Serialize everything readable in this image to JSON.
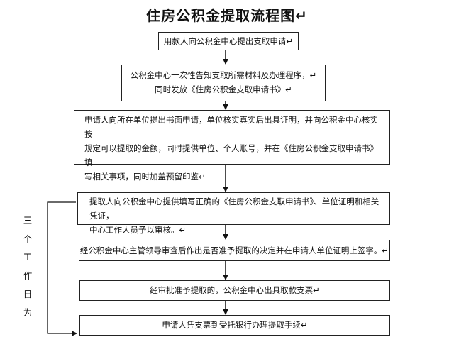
{
  "title": "住房公积金提取流程图↵",
  "steps": [
    {
      "lines": [
        "用款人向公积金中心提出支取申请↵"
      ]
    },
    {
      "lines": [
        "公积金中心一次性告知支取所需材料及办理程序，↵",
        "同时发放《住房公积金支取申请书》↵"
      ]
    },
    {
      "lines": [
        "申请人向所在单位提出书面申请，单位核实真实后出具证明，并向公积金中心核实按",
        "规定可以提取的金额，同时提供单位、个人账号，并在《住房公积金支取申请书》填",
        "写相关事项，同时加盖预留印鉴↵"
      ]
    },
    {
      "lines": [
        "提取人向公积金中心提供填写正确的《住房公积金支取申请书》、单位证明和相关凭证，",
        "中心工作人员予以审核。↵"
      ]
    },
    {
      "lines": [
        "经公积金中心主管领导审查后作出是否准予提取的决定并在申请人单位证明上签字。↵"
      ]
    },
    {
      "lines": [
        "经审批准予提取的，公积金中心出具取款支票↵"
      ]
    },
    {
      "lines": [
        "申请人凭支票到受托银行办理提取手续↵"
      ]
    }
  ],
  "side_note": [
    "三",
    "个",
    "工",
    "作",
    "日",
    "为"
  ]
}
